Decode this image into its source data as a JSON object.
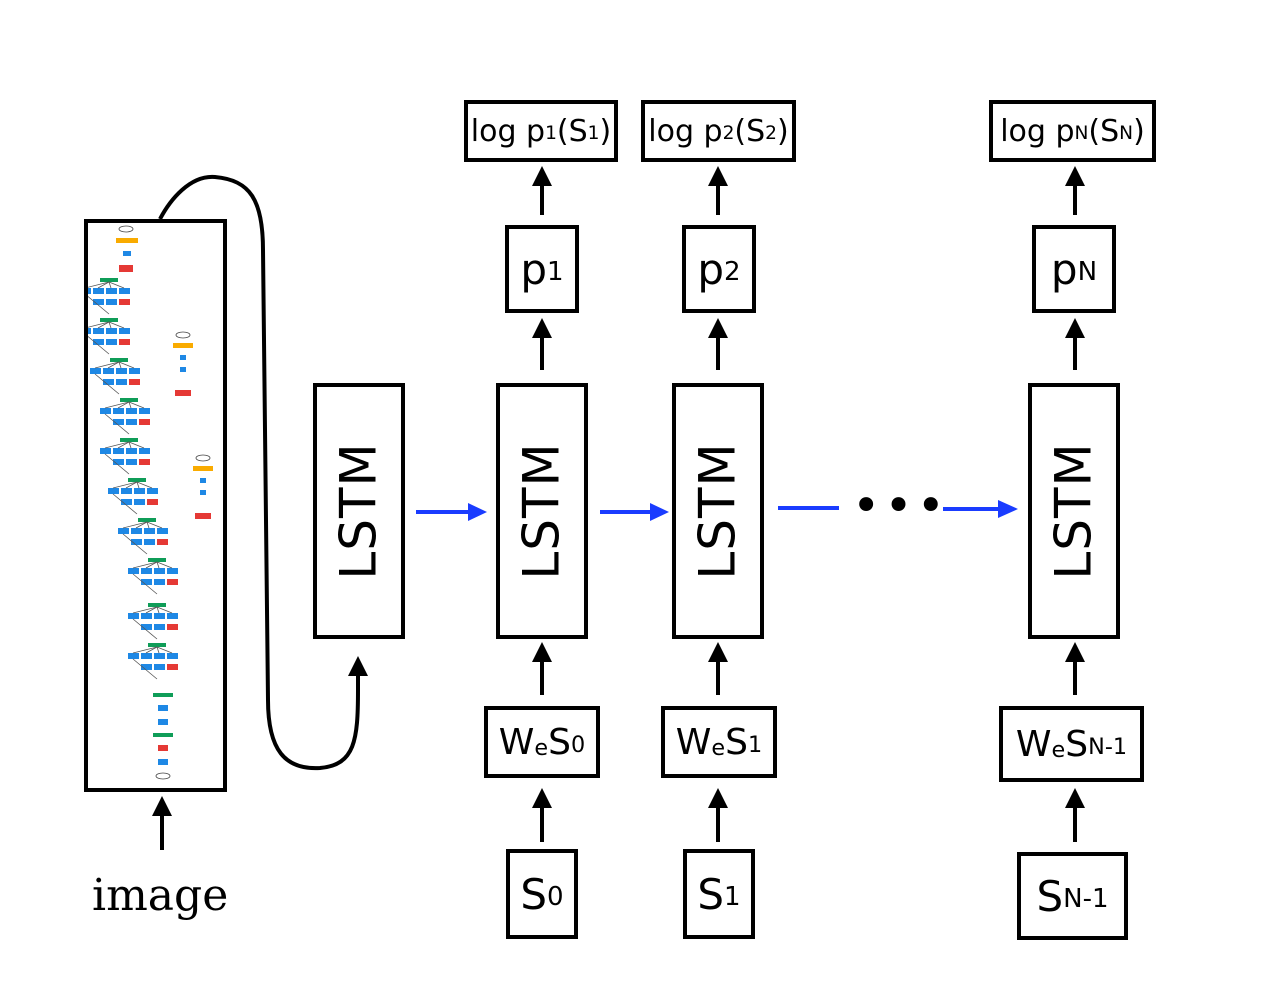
{
  "diagram": {
    "input_label": "image",
    "lstm_label": "LSTM",
    "ellipsis": "•••",
    "colors": {
      "recurrent_arrow": "#1a3cff",
      "stroke": "#000000",
      "thumb_conv": "#1e88e5",
      "thumb_pool": "#e53935",
      "thumb_concat": "#0f9d58",
      "thumb_norm": "#f9ab00"
    },
    "columns": [
      {
        "id": "step-1",
        "input": {
          "base": "S",
          "sub": "0"
        },
        "embed": {
          "base": "W",
          "w_sub": "e",
          "s": "S",
          "sub": "0"
        },
        "prob": {
          "base": "p",
          "sub": "1"
        },
        "output": {
          "prefix": "log p",
          "p_sub": "1",
          "open": "(S",
          "s_sub": "1",
          "close": ")"
        }
      },
      {
        "id": "step-2",
        "input": {
          "base": "S",
          "sub": "1"
        },
        "embed": {
          "base": "W",
          "w_sub": "e",
          "s": "S",
          "sub": "1"
        },
        "prob": {
          "base": "p",
          "sub": "2"
        },
        "output": {
          "prefix": "log p",
          "p_sub": "2",
          "open": "(S",
          "s_sub": "2",
          "close": ")"
        }
      },
      {
        "id": "step-n",
        "input": {
          "base": "S",
          "sub": "N-1"
        },
        "embed": {
          "base": "W",
          "w_sub": "e",
          "s": "S",
          "sub": "N-1"
        },
        "prob": {
          "base": "p",
          "sub": "N"
        },
        "output": {
          "prefix": "log p",
          "p_sub": "N",
          "open": "(S",
          "s_sub": "N",
          "close": ")"
        }
      }
    ]
  }
}
